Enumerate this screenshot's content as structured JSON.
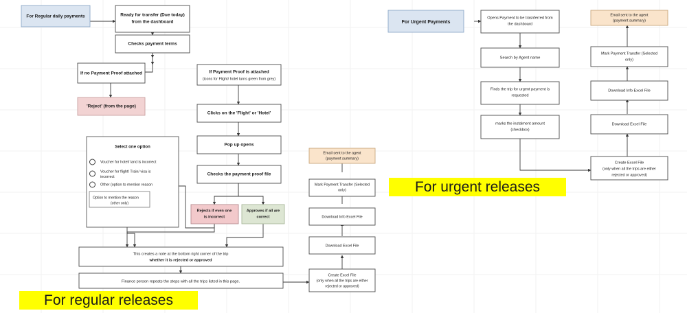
{
  "diagram": {
    "title_regular": "For regular releases",
    "title_urgent": "For urgent releases",
    "colors": {
      "start": "#dbe5f1",
      "reject": "#f2d3d3",
      "rejects": "#f2c9cb",
      "approve": "#dde6d3",
      "email": "#fae4cb",
      "band": "#ffff00",
      "node_border": "#4a4a4a",
      "connector": "#3a3a3a"
    }
  },
  "regular_flow": {
    "start": "For Regular daily payments",
    "ready_l1": "Ready for transfer (Due today)",
    "ready_l2": "from the dashboard",
    "checks_terms": "Checks payment terms",
    "no_proof": "If no Payment Proof attached",
    "reject": "'Reject' (from the page)",
    "proof_attached_l1": "If Payment Proof is attached",
    "proof_attached_l2": "(icons for Flight/ hotel turns green from grey)",
    "clicks_flight_hotel": "Clicks on the 'Flight' or 'Hotel'",
    "popup_opens": "Pop up opens",
    "checks_proof_file": "Checks the payment proof file",
    "rejects_l1": "Rejects if even one",
    "rejects_l2": "is incorrect",
    "approves_l1": "Approves if all are",
    "approves_l2": "correct",
    "note_l1": "This creates a note at the bottom right corner of the trip",
    "note_l2": "whether it is rejected or approved",
    "finance_repeat": "Finance person repeats the steps with all the trips listed in this page."
  },
  "option_panel": {
    "heading": "Select one option",
    "options": [
      {
        "line1": "Voucher for hotel/ land is incorrect",
        "line2": ""
      },
      {
        "line1": "Voucher for flight/ Train/ visa is",
        "line2": "incorrect"
      },
      {
        "line1": "Other (option to mention reason",
        "line2": ""
      }
    ],
    "reason_box_l1": "Option to mention the reason",
    "reason_box_l2": "(other only)"
  },
  "regular_tail": {
    "email_l1": "Email sent to the agent",
    "email_l2": "(payment summary)",
    "mark_transfer_l1": "Mark Payment Transfer (Selected",
    "mark_transfer_l2": "only)",
    "download_info": "Download Info Excel File",
    "download_excel": "Download Excel File",
    "create_l1": "Create Excel File",
    "create_l2": "(only when all the trips are either",
    "create_l3": "rejected or approved)"
  },
  "urgent_flow": {
    "start": "For Urgent Payments",
    "opens_payment_l1": "Opens Payment to be trasnferred from",
    "opens_payment_l2": "the dashboard",
    "search_agent": "Search by Agent name",
    "finds_trip_l1": "Finds the trip for urgent payment is",
    "finds_trip_l2": "requested",
    "marks_instalment_l1": "marks the instalment amount",
    "marks_instalment_l2": "(checkbox)"
  },
  "urgent_tail": {
    "email_l1": "Email sent to the agent",
    "email_l2": "(payment summary)",
    "mark_transfer_l1": "Mark Payment Transfer (Selected",
    "mark_transfer_l2": "only)",
    "download_info": "Download Info Excel File",
    "download_excel": "Download Excel File",
    "create_l1": "Create Excel File",
    "create_l2": "(only when all the trips are either",
    "create_l3": "rejected or approved)"
  }
}
